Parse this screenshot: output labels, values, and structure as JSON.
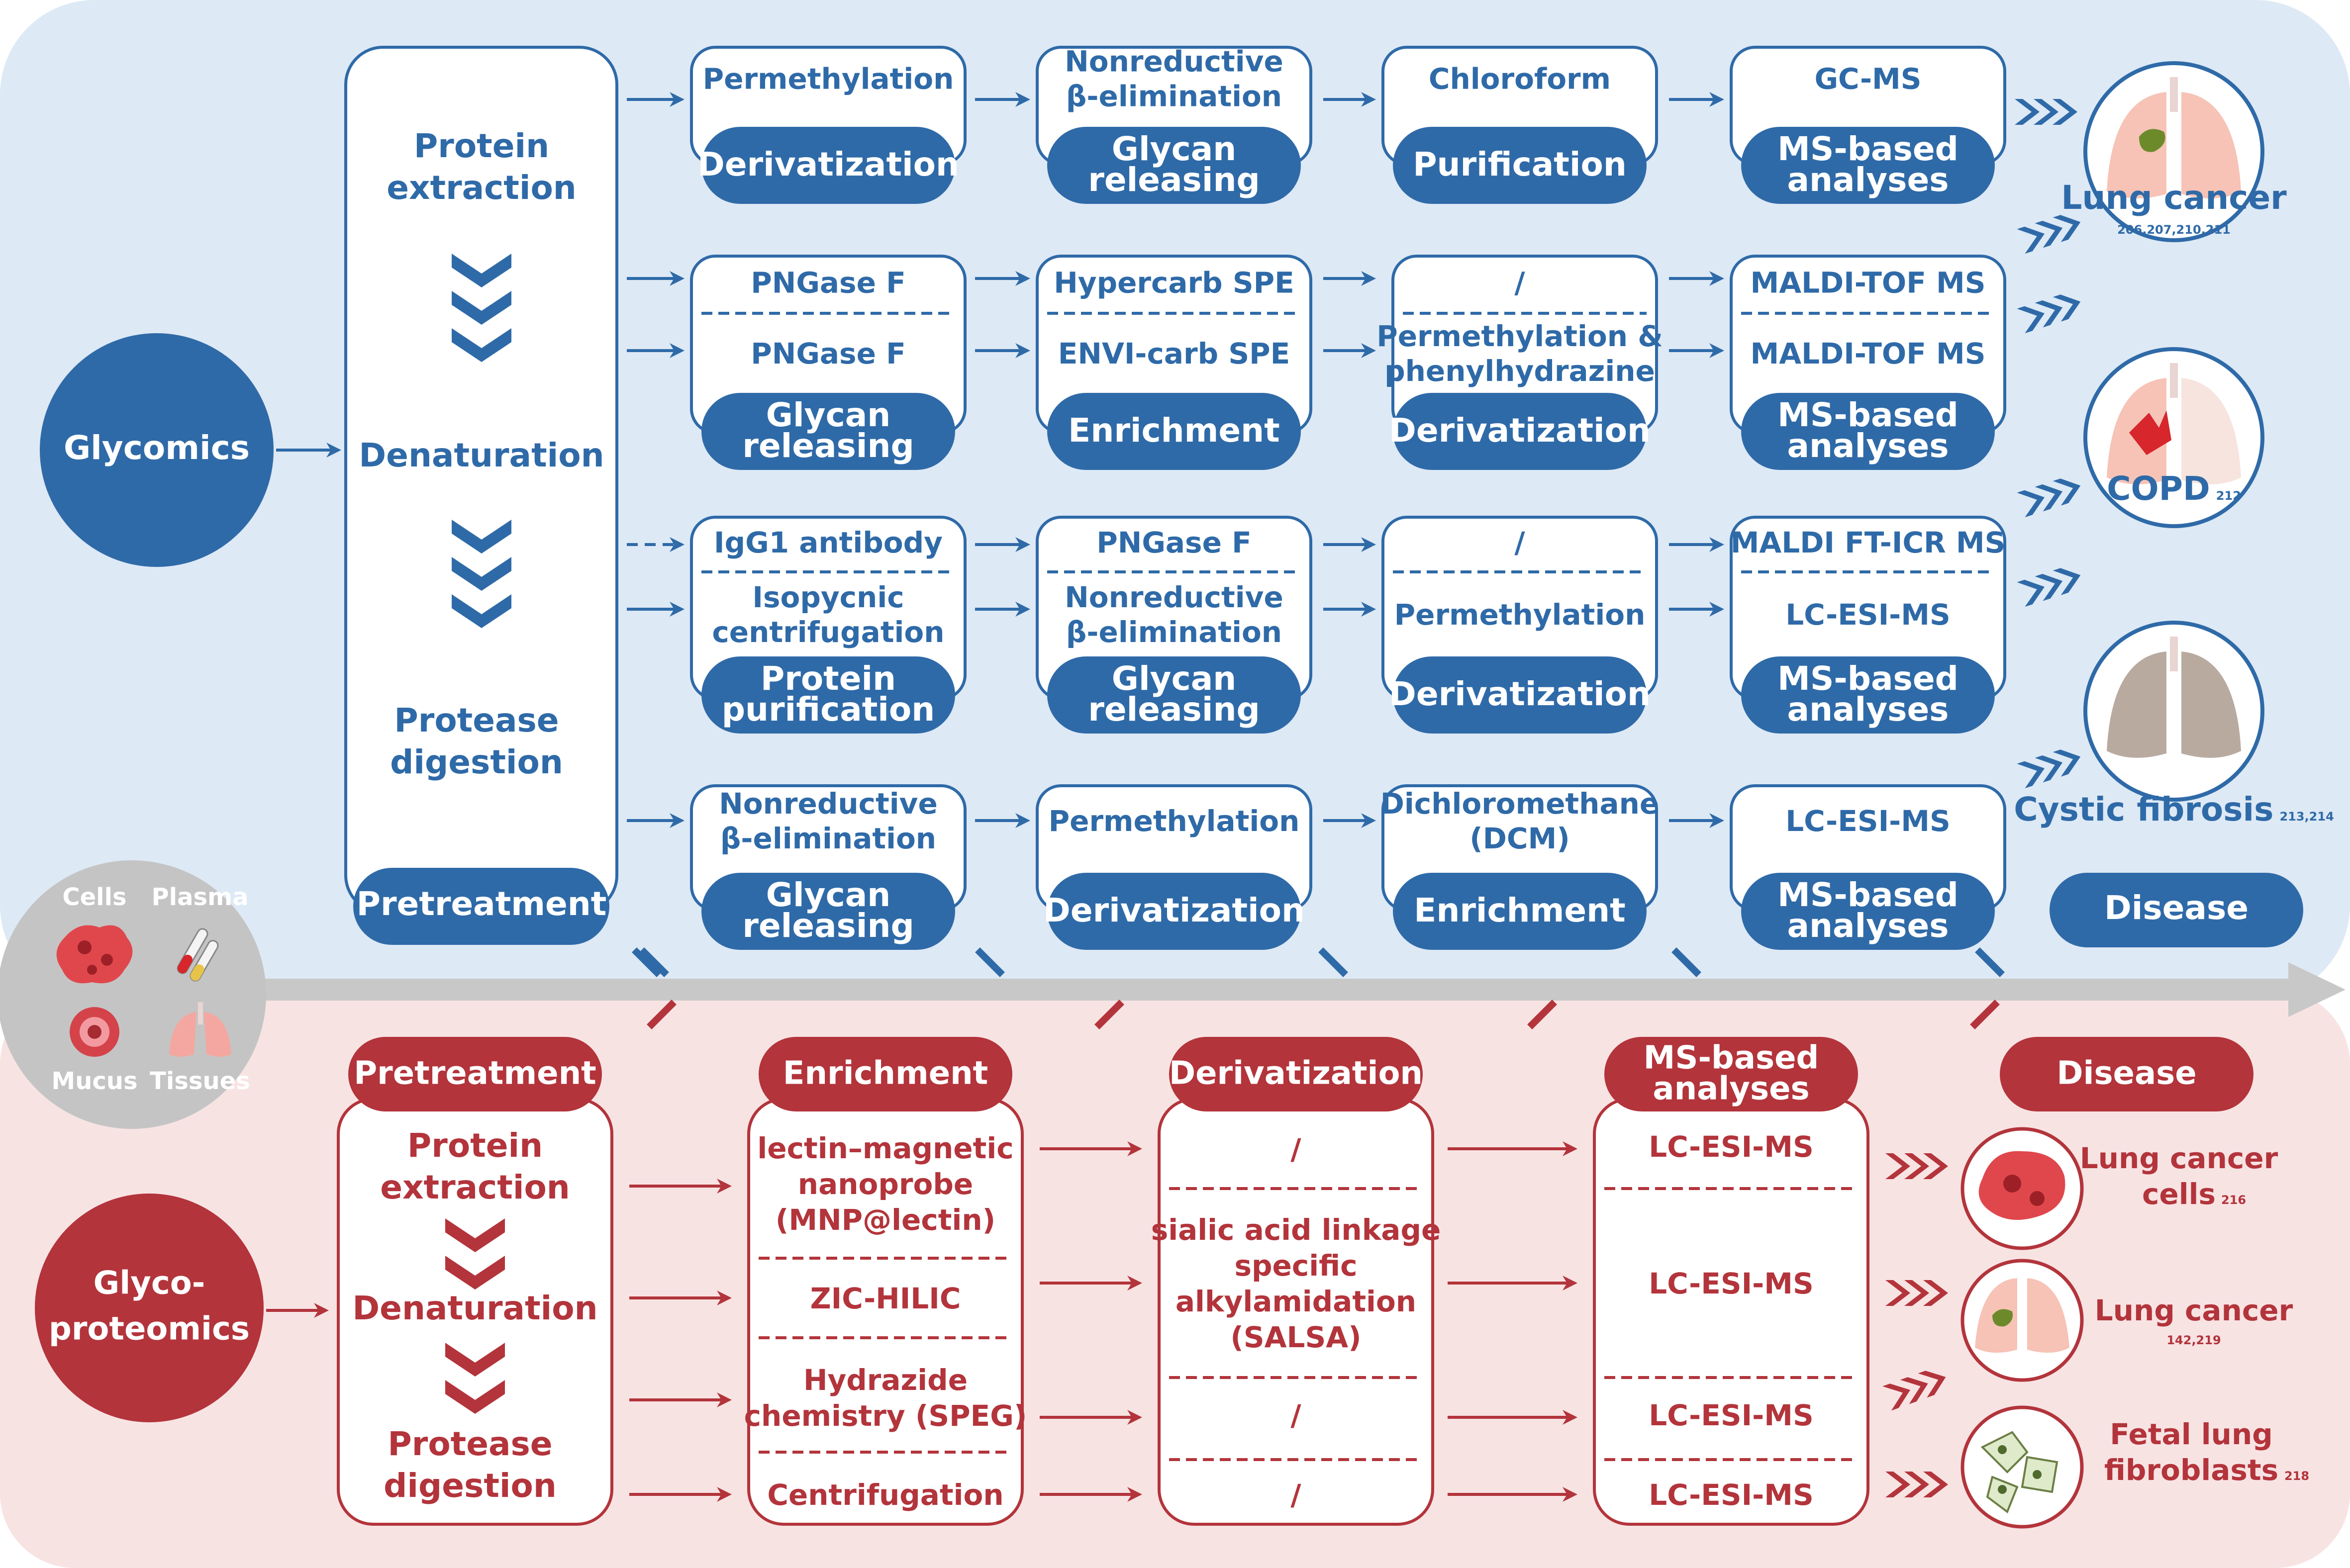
{
  "glycomics": {
    "label": "Glycomics",
    "pretreatment": {
      "steps": [
        "Protein",
        "extraction",
        "Denaturation",
        "Protease",
        "digestion"
      ],
      "label": "Pretreatment"
    },
    "rows": [
      {
        "c1": {
          "t": [
            "Permethylation"
          ],
          "label": [
            "Derivatization"
          ]
        },
        "c2": {
          "t": [
            "Nonreductive",
            "β-elimination"
          ],
          "label": [
            "Glycan",
            "releasing"
          ]
        },
        "c3": {
          "t": [
            "Chloroform"
          ],
          "label": [
            "Purification"
          ]
        },
        "c4": {
          "t": [
            "GC-MS"
          ],
          "label": [
            "MS-based",
            "analyses"
          ]
        }
      },
      {
        "c1": {
          "t1": [
            "PNGase F"
          ],
          "t2": [
            "PNGase F"
          ],
          "label": [
            "Glycan",
            "releasing"
          ]
        },
        "c2": {
          "t1": [
            "Hypercarb SPE"
          ],
          "t2": [
            "ENVI-carb SPE"
          ],
          "label": [
            "Enrichment"
          ]
        },
        "c3": {
          "t1": [
            "/"
          ],
          "t2": [
            "Permethylation &",
            "phenylhydrazine"
          ],
          "label": [
            "Derivatization"
          ]
        },
        "c4": {
          "t1": [
            "MALDI-TOF MS"
          ],
          "t2": [
            "MALDI-TOF MS"
          ],
          "label": [
            "MS-based",
            "analyses"
          ]
        }
      },
      {
        "c1": {
          "t1": [
            "IgG1 antibody"
          ],
          "t2": [
            "Isopycnic",
            "centrifugation"
          ],
          "label": [
            "Protein",
            "purification"
          ]
        },
        "c2": {
          "t1": [
            "PNGase F"
          ],
          "t2": [
            "Nonreductive",
            "β-elimination"
          ],
          "label": [
            "Glycan",
            "releasing"
          ]
        },
        "c3": {
          "t1": [
            "/"
          ],
          "t2": [
            "Permethylation"
          ],
          "label": [
            "Derivatization"
          ]
        },
        "c4": {
          "t1": [
            "MALDI FT-ICR MS"
          ],
          "t2": [
            "LC-ESI-MS"
          ],
          "label": [
            "MS-based",
            "analyses"
          ]
        }
      },
      {
        "c1": {
          "t": [
            "Nonreductive",
            "β-elimination"
          ],
          "label": [
            "Glycan",
            "releasing"
          ]
        },
        "c2": {
          "t": [
            "Permethylation"
          ],
          "label": [
            "Derivatization"
          ]
        },
        "c3": {
          "t": [
            "Dichloromethane",
            "(DCM)"
          ],
          "label": [
            "Enrichment"
          ]
        },
        "c4": {
          "t": [
            "LC-ESI-MS"
          ],
          "label": [
            "MS-based",
            "analyses"
          ]
        }
      }
    ],
    "diseases": [
      {
        "name": "Lung cancer",
        "ref": "206,207,210,211"
      },
      {
        "name": "COPD",
        "ref": "212"
      },
      {
        "name": "Cystic fibrosis",
        "ref": "213,214"
      }
    ],
    "disease_label": "Disease"
  },
  "samples": {
    "cells": "Cells",
    "plasma": "Plasma",
    "mucus": "Mucus",
    "tissues": "Tissues"
  },
  "glycoproteomics": {
    "label": [
      "Glyco-",
      "proteomics"
    ],
    "columns": [
      {
        "label": [
          "Pretreatment"
        ],
        "items": [
          [
            "Protein",
            "extraction"
          ],
          [
            "Denaturation"
          ],
          [
            "Protease",
            "digestion"
          ]
        ]
      },
      {
        "label": [
          "Enrichment"
        ],
        "items": [
          [
            "lectin–magnetic",
            "nanoprobe",
            "(MNP@lectin)"
          ],
          [
            "ZIC-HILIC"
          ],
          [
            "Hydrazide",
            "chemistry (SPEG)"
          ],
          [
            "Centrifugation"
          ]
        ]
      },
      {
        "label": [
          "Derivatization"
        ],
        "items": [
          [
            "/"
          ],
          [
            "sialic acid linkage",
            "specific",
            "alkylamidation",
            "(SALSA)"
          ],
          [
            "/"
          ],
          [
            "/"
          ]
        ]
      },
      {
        "label": [
          "MS-based",
          "analyses"
        ],
        "items": [
          [
            "LC-ESI-MS"
          ],
          [
            "LC-ESI-MS"
          ],
          [
            "LC-ESI-MS"
          ],
          [
            "LC-ESI-MS"
          ]
        ]
      },
      {
        "label": [
          "Disease"
        ]
      }
    ],
    "diseases": [
      {
        "name": [
          "Lung cancer",
          "cells"
        ],
        "ref": "216"
      },
      {
        "name": [
          "Lung cancer"
        ],
        "ref": "142,219"
      },
      {
        "name": [
          "Fetal lung",
          "fibroblasts"
        ],
        "ref": "218"
      }
    ]
  },
  "colors": {
    "blue": "#2f6aa8",
    "blue_bg": "#dde9f5",
    "red": "#b3343b",
    "red_bg": "#f8e3e3",
    "grey": "#c8c8c8"
  }
}
